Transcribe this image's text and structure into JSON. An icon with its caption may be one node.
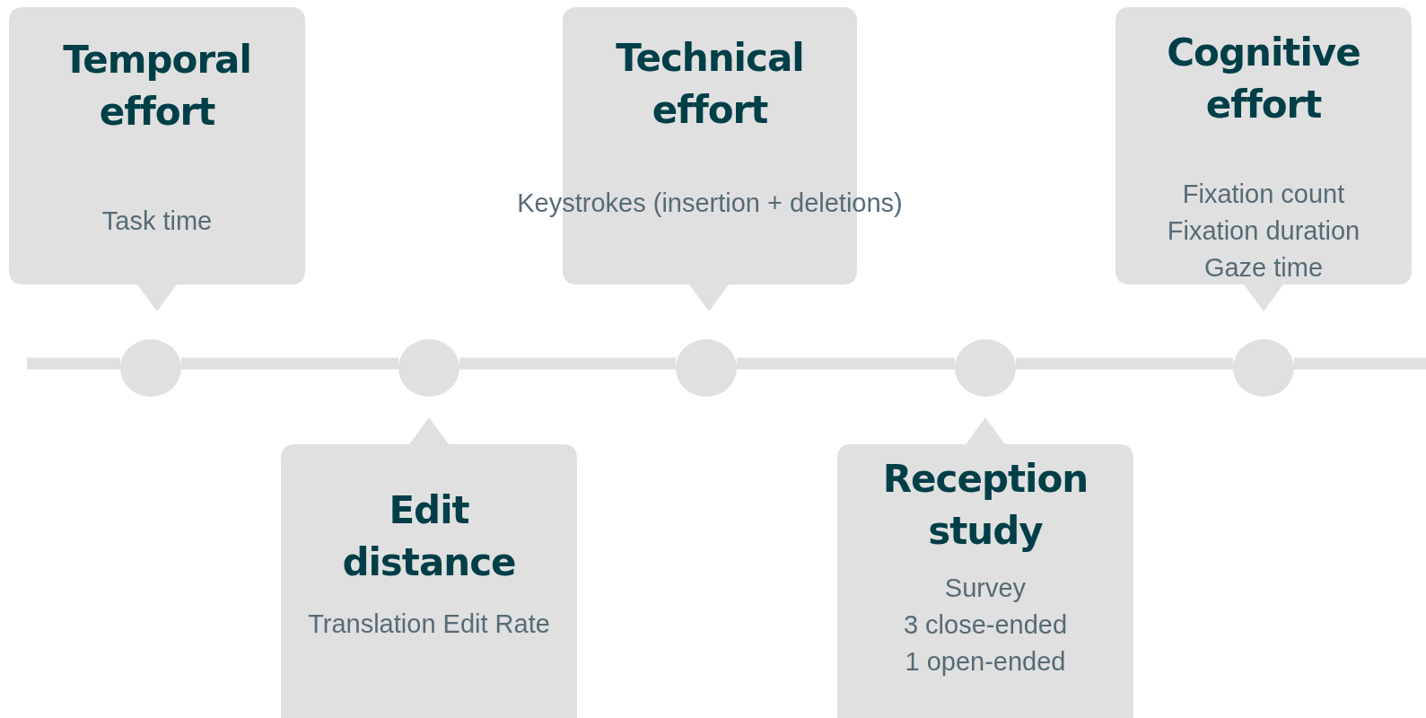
{
  "diagram": {
    "nodes": [
      {
        "text": [
          "Temporal effort",
          "Task time"
        ]
      },
      {
        "text": [
          "Technical effort",
          "Keystrokes (insertion + deletions)"
        ]
      },
      {
        "text": [
          "Cognitive effort",
          "Fixation count",
          "Fixation duration",
          "Gaze time"
        ]
      },
      {
        "text": [],
        "shape": "circle"
      },
      {
        "text": [],
        "shape": "circle"
      },
      {
        "text": [],
        "shape": "circle"
      },
      {
        "text": [],
        "shape": "circle"
      },
      {
        "text": [],
        "shape": "circle"
      },
      {
        "text": [
          "Edit distance",
          "Translation Edit Rate"
        ]
      },
      {
        "text": [
          "Reception study",
          "Survey",
          "3 close-ended",
          "1 open-ended"
        ]
      }
    ],
    "edges": [
      {
        "from": null,
        "to": 3,
        "arrow": "none"
      },
      {
        "from": 3,
        "to": 4,
        "arrow": "none"
      },
      {
        "from": 4,
        "to": 5,
        "arrow": "none"
      },
      {
        "from": 5,
        "to": 6,
        "arrow": "none"
      },
      {
        "from": 6,
        "to": 7,
        "arrow": "none"
      },
      {
        "from": 7,
        "to": null,
        "arrow": "none"
      }
    ]
  }
}
